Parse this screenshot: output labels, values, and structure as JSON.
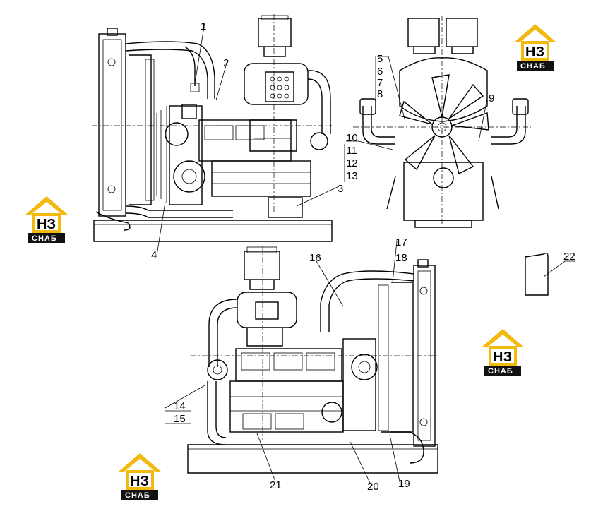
{
  "diagram": {
    "callouts": {
      "c1": "1",
      "c2": "2",
      "c3": "3",
      "c4": "4",
      "c5": "5",
      "c6": "6",
      "c7": "7",
      "c8": "8",
      "c9": "9",
      "c10": "10",
      "c11": "11",
      "c12": "12",
      "c13": "13",
      "c14": "14",
      "c15": "15",
      "c16": "16",
      "c17": "17",
      "c18": "18",
      "c19": "19",
      "c20": "20",
      "c21": "21",
      "c22": "22"
    }
  },
  "watermark": {
    "letters": "НЗ",
    "word": "СНАБ",
    "accent": "#f2b90f",
    "dark": "#111111"
  }
}
